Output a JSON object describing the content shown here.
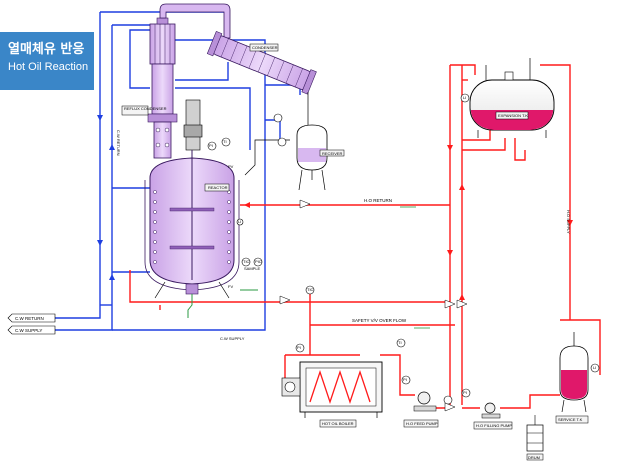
{
  "title": {
    "ko": "열매체유 반응",
    "en": "Hot Oil Reaction"
  },
  "labels": {
    "condenser": "CONDENSER",
    "reflux_condenser": "REFLUX CONDENSER",
    "receiver": "RECEIVER",
    "reactor": "REACTOR",
    "expansion_tank": "EXPANSION T.K",
    "ho_return": "H.O RETURN",
    "ho_supply": "H.O SUPPLY",
    "cw_return_side": "C.W RETURN",
    "cw_return": "C.W RETURN",
    "cw_supply": "C.W SUPPLY",
    "cw_supply_bottom": "C.W SUPPLY",
    "safety_overflow": "SAFETY V/V OVER FLOW",
    "hot_oil_boiler": "HOT OIL BOILER",
    "ho_feed_pump": "H.O FEED PUMP",
    "ho_filling_pump": "H.O FILLING PUMP",
    "service_tank": "SERVICE T.K",
    "drum": "DRUM",
    "sample": "SAMPLE",
    "instrument_codes": {
      "pi": "PI",
      "ti": "TI",
      "tic": "TIC",
      "pic": "PIC",
      "li": "LI",
      "pv": "PV",
      "fv": "FV"
    }
  },
  "colors": {
    "cw_line": "#1f3fe0",
    "hot_oil_line": "#ff1a1a",
    "vessel_fill": "#d8b8f0",
    "oil_fill": "#e0186a",
    "title_bg": "#3a86c8"
  }
}
